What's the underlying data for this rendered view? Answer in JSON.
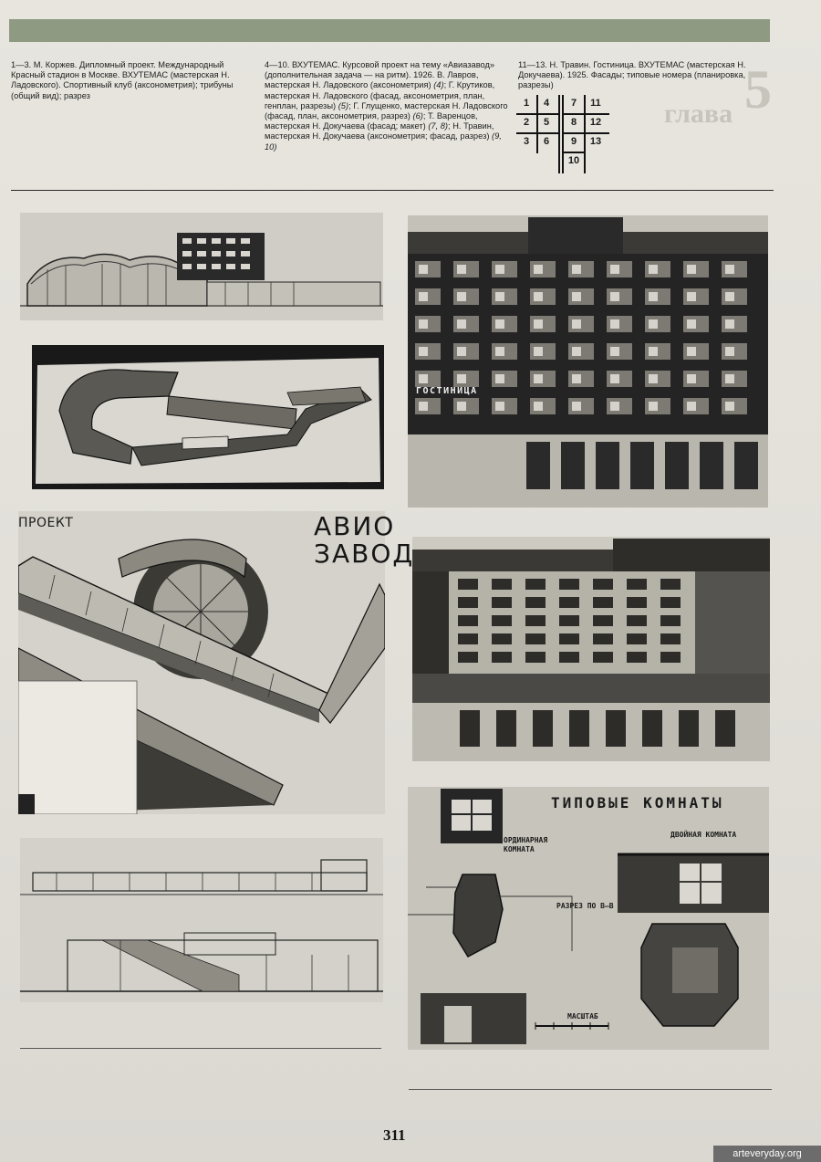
{
  "captions": {
    "c1": "1—3. М. Коржев. Дипломный проект. Международный Красный стадион в Москве. ВХУТЕМАС (мастерская Н. Ладовского). Спортивный клуб (аксонометрия); трибуны (общий вид); разрез",
    "c2_main": "4—10. ВХУТЕМАС. Курсовой проект на тему «Авиазавод» (дополнительная задача — на ритм). 1926. В. Лавров, мастерская Н. Ладовского (аксонометрия)",
    "c2_n4": " (4)",
    "c2_b": "; Г. Крутиков, мастерская Н. Ладовского (фасад, аксонометрия, план, генплан, разрезы)",
    "c2_n5": " (5)",
    "c2_c": "; Г. Глущенко, мастерская Н. Ладовского (фасад, план, аксонометрия, разрез)",
    "c2_n6": " (6)",
    "c2_d": "; Т. Варенцов, мастерская Н. Докучаева (фасад; макет)",
    "c2_n78": " (7, 8)",
    "c2_e": "; Н. Травин, мастерская Н. Докучаева (аксонометрия; фасад, разрез)",
    "c2_n910": " (9, 10)",
    "c3": "11—13. Н. Травин. Гостиница. ВХУТЕМАС (мастерская Н. Докучаева). 1925. Фасады; типовые номера (планировка, разрезы)"
  },
  "number_grid": [
    "1",
    "2",
    "3",
    "4",
    "5",
    "6",
    "7",
    "8",
    "9",
    "10",
    "11",
    "12",
    "13"
  ],
  "ghost_heading": {
    "numeral": "5",
    "word": "глава"
  },
  "plates": {
    "proekt_label": "ПРОЕКТ",
    "avio_line1": "АВИО",
    "avio_line2": "ЗАВОД",
    "gostinica_label": "ГОСТИНИЦА",
    "tipovye_label": "ТИПОВЫЕ КОМНАТЫ",
    "ordinary_room": "ОРДИНАРНАЯ КОМНАТА",
    "double_room": "ДВОЙНАЯ КОМНАТА",
    "section_label": "РАЗРЕЗ ПО В—В",
    "scale_label": "МАСШТАБ"
  },
  "page_number": "311",
  "watermark": "arteveryday.org"
}
